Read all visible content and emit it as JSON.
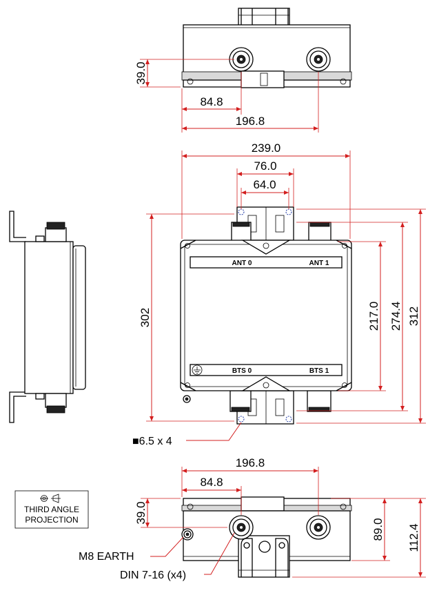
{
  "top_view": {
    "dim_height": "39.0",
    "dim_offset": "84.8",
    "dim_spacing": "196.8"
  },
  "front_view": {
    "dim_width": "239.0",
    "dim_bracket_outer": "76.0",
    "dim_bracket_inner": "64.0",
    "dim_height_total": "302",
    "dim_body": "217.0",
    "dim_mount_inner": "274.4",
    "dim_mount_outer": "312",
    "labels": {
      "ant0": "ANT 0",
      "ant1": "ANT 1",
      "bts0": "BTS 0",
      "bts1": "BTS 1"
    },
    "hole_callout": "■6.5 x 4"
  },
  "bottom_view": {
    "dim_spacing": "196.8",
    "dim_offset": "84.8",
    "dim_height": "39.0",
    "dim_mount": "89.0",
    "dim_total": "112.4",
    "callout_earth": "M8 EARTH",
    "callout_din": "DIN 7-16 (x4)"
  },
  "projection_box": {
    "line1": "THIRD ANGLE",
    "line2": "PROJECTION"
  },
  "colors": {
    "dimension": "#d31f1f",
    "outline": "#000000",
    "hole_marker": "#1f3aa6"
  }
}
